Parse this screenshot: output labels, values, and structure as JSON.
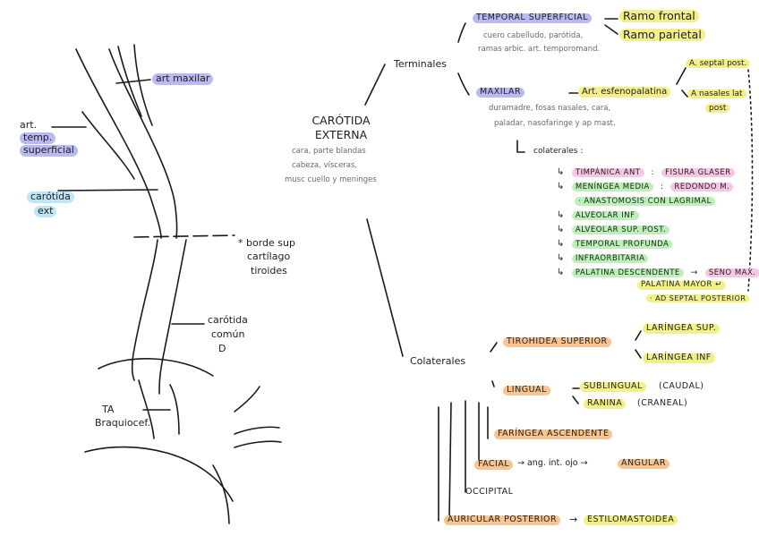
{
  "colors": {
    "blue": "#b9baf2",
    "cyan": "#bfe6f7",
    "yellow": "#f3f08a",
    "pink": "#f7c6e4",
    "green": "#bdf0b8",
    "orange": "#f8c48f"
  },
  "left_sketch": {
    "art_maxilar": "art maxilar",
    "art_temp_sup": [
      "art.",
      "temp.",
      "superficial"
    ],
    "carotida_ext": [
      "carótida",
      "ext"
    ],
    "borde_sup": [
      "* borde sup",
      "cartílago",
      "tiroides"
    ],
    "carotida_comun": [
      "carótida",
      "común",
      "D"
    ],
    "ta_braquiocef": [
      "TA",
      "Braquiocef."
    ]
  },
  "center": {
    "title": [
      "CARÓTIDA",
      "EXTERNA"
    ],
    "description": [
      "cara, parte blandas",
      "cabeza, vísceras,",
      "musc cuello y meninges"
    ],
    "terminales": "Terminales",
    "colaterales": "Colaterales"
  },
  "temporal": {
    "label": "TEMPORAL SUPERFICIAL",
    "desc": [
      "cuero cabelludo, parótida,",
      "ramas arbic. art. temporomand."
    ],
    "rama_frontal": "Ramo frontal",
    "rama_parietal": "Ramo parietal"
  },
  "maxilar": {
    "label": "MAXILAR",
    "desc": [
      "duramadre, fosas nasales, cara,",
      "paladar, nasofaringe y ap mast."
    ],
    "esfeno": "Art. esfenopalatina",
    "septal_post": "A. septal post.",
    "nasales_lat_post": [
      "A nasales lat",
      "post"
    ],
    "colaterales_label": "colaterales :",
    "items": [
      {
        "arrow": "↳",
        "name": "TIMPÁNICA ANT",
        "sep": ":",
        "note": "fisura Glaser"
      },
      {
        "arrow": "↳",
        "name": "MENÍNGEA MEDIA",
        "sep": ":",
        "note": "redondo m."
      },
      {
        "arrow": "",
        "name": "",
        "sep": "",
        "note": "· anastomosis con LAGRIMAL"
      },
      {
        "arrow": "↳",
        "name": "ALVEOLAR INF",
        "sep": "",
        "note": ""
      },
      {
        "arrow": "↳",
        "name": "ALVEOLAR SUP. POST.",
        "sep": "",
        "note": ""
      },
      {
        "arrow": "↳",
        "name": "TEMPORAL PROFUNDA",
        "sep": "",
        "note": ""
      },
      {
        "arrow": "↳",
        "name": "INFRAORBITARIA",
        "sep": "",
        "note": ""
      },
      {
        "arrow": "↳",
        "name": "PALATINA DESCENDENTE",
        "sep": "→",
        "note": "seno max."
      }
    ],
    "palatina_mayor": "PALATINA MAYOR ↵",
    "septal_posterior": "· AD SEPTAL POSTERIOR"
  },
  "colaterales": {
    "tirohidea": "TIROHIDEA SUPERIOR",
    "laringea_sup": "LARÍNGEA SUP.",
    "laringea_inf": "LARÍNGEA INF",
    "lingual": "LINGUAL",
    "sublingual": "SUBLINGUAL",
    "sublingual_note": "(caudal)",
    "ranina": "RANINA",
    "ranina_note": "(craneal)",
    "faringea": "FARÍNGEA ASCENDENTE",
    "facial": "FACIAL",
    "facial_mid": "→ ang. int. ojo →",
    "angular": "ANGULAR",
    "occipital": "OCCIPITAL",
    "auricular": "AURICULAR POSTERIOR",
    "auricular_arrow": "→",
    "estilomastoidea": "ESTILOMASTOIDEA"
  }
}
